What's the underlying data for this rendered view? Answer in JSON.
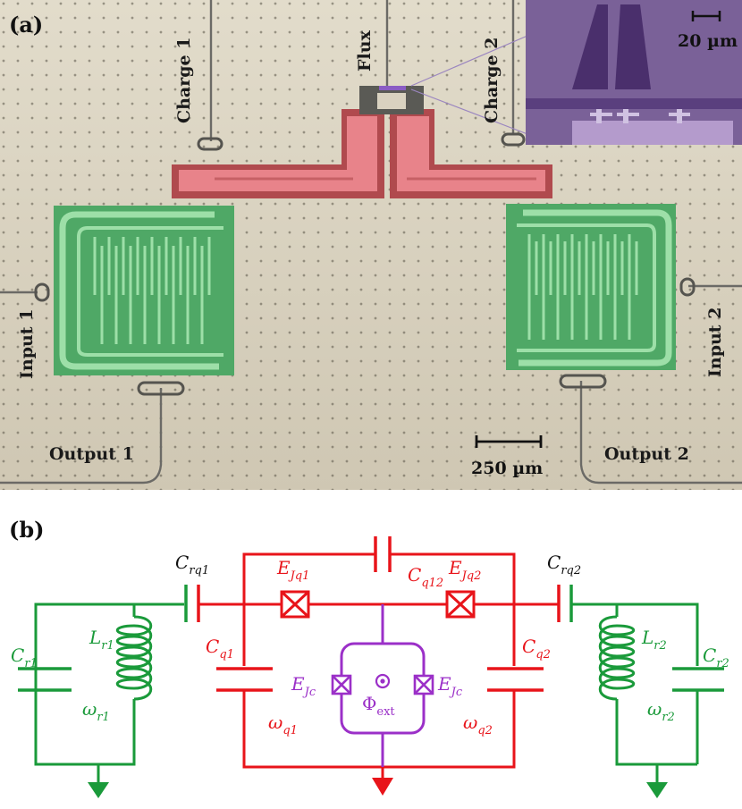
{
  "panel_a": {
    "label": "(a)",
    "port_labels": {
      "charge1": "Charge 1",
      "flux": "Flux",
      "charge2": "Charge 2",
      "input1": "Input 1",
      "input2": "Input 2",
      "output1": "Output 1",
      "output2": "Output 2"
    },
    "scale_main": "250 µm",
    "scale_inset": "20 µm",
    "colors": {
      "substrate": "#d9d2c0",
      "resonator": "#4fa866",
      "resonator_light": "#8fd49c",
      "qubit": "#e8838a",
      "qubit_dark": "#b04a4e",
      "coupler": "#8a5cc4",
      "inset_bg": "#7a6198"
    }
  },
  "panel_b": {
    "label": "(b)",
    "symbols": {
      "Crq1": {
        "main": "C",
        "sub": "rq1"
      },
      "Crq2": {
        "main": "C",
        "sub": "rq2"
      },
      "Cq12": {
        "main": "C",
        "sub": "q12"
      },
      "EJq1": {
        "main": "E",
        "sub": "Jq1"
      },
      "EJq2": {
        "main": "E",
        "sub": "Jq2"
      },
      "Lr1": {
        "main": "L",
        "sub": "r1"
      },
      "Lr2": {
        "main": "L",
        "sub": "r2"
      },
      "Cr1": {
        "main": "C",
        "sub": "r1"
      },
      "Cr2": {
        "main": "C",
        "sub": "r2"
      },
      "Cq1": {
        "main": "C",
        "sub": "q1"
      },
      "Cq2": {
        "main": "C",
        "sub": "q2"
      },
      "EJc_left": {
        "main": "E",
        "sub": "Jc"
      },
      "EJc_right": {
        "main": "E",
        "sub": "Jc"
      },
      "wr1": {
        "main": "ω",
        "sub": "r1"
      },
      "wr2": {
        "main": "ω",
        "sub": "r2"
      },
      "wq1": {
        "main": "ω",
        "sub": "q1"
      },
      "wq2": {
        "main": "ω",
        "sub": "q2"
      },
      "phi": {
        "main": "Φ",
        "sub": "ext"
      }
    },
    "colors": {
      "black": "#111111",
      "resonator": "#1a9a3a",
      "qubit": "#e8141a",
      "coupler": "#9b30c8"
    }
  }
}
